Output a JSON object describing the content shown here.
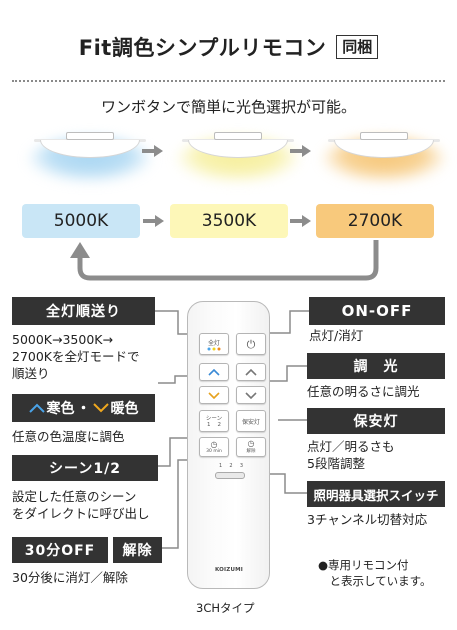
{
  "header": {
    "title": "Fit調色シンプルリモコン",
    "badge": "同梱",
    "subtitle": "ワンボタンで簡単に光色選択が可能。"
  },
  "color_temps": [
    {
      "label": "5000K",
      "color": "#c9e6f6"
    },
    {
      "label": "3500K",
      "color": "#fdf7b8"
    },
    {
      "label": "2700K",
      "color": "#f8c97c"
    }
  ],
  "lamp_glows": [
    "#a9d6f2",
    "#f6ef9c",
    "#f6c779"
  ],
  "labels": {
    "all_light_cycle": "全灯順送り",
    "all_light_desc": "5000K→3500K→\n2700Kを全灯モードで\n順送り",
    "cool": "寒色",
    "dot": "・",
    "warm": "暖色",
    "color_desc": "任意の色温度に調色",
    "scene": "シーン1/2",
    "scene_desc": "設定した任意のシーン\nをダイレクトに呼び出し",
    "timer": "30分OFF",
    "cancel": "解除",
    "timer_desc": "30分後に消灯／解除",
    "on_off": "ON-OFF",
    "on_off_desc": "点灯/消灯",
    "dimming": "調　光",
    "dimming_desc": "任意の明るさに調光",
    "security": "保安灯",
    "security_desc": "点灯／明るさも\n5段階調整",
    "switch": "照明器具選択スイッチ",
    "switch_desc": "3チャンネル切替対応"
  },
  "remote": {
    "btn_all": "全灯",
    "btn_scene": "シーン",
    "btn_scene_nums": "1    2",
    "btn_security": "保安灯",
    "btn_timer_label": "30 min",
    "btn_cancel_label": "解除",
    "ch_nums": [
      "1",
      "2",
      "3"
    ],
    "brand": "KOIZUMI"
  },
  "caption": "3CHタイプ",
  "note": "●専用リモコン付\n　と表示しています。"
}
